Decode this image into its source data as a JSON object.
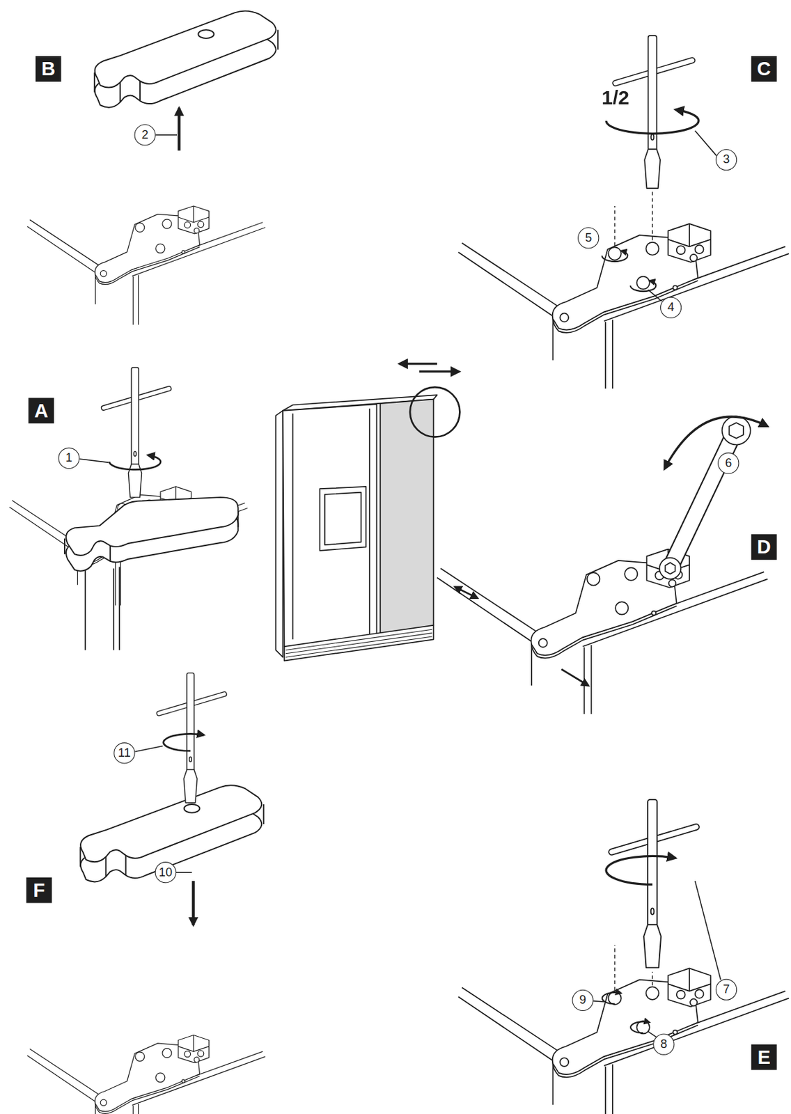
{
  "diagram": {
    "labels": [
      "B",
      "C",
      "1/2",
      "2",
      "3",
      "5",
      "4",
      "A",
      "1",
      "6",
      "D",
      "11",
      "F",
      "10",
      "7",
      "9",
      "8",
      "E"
    ]
  }
}
